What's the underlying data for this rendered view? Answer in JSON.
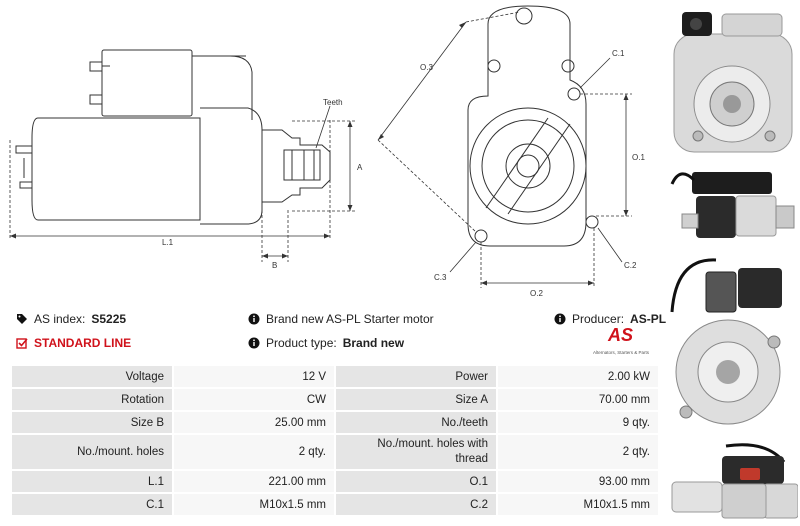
{
  "diagram": {
    "labels": {
      "teeth": "Teeth",
      "a": "A",
      "b": "B",
      "l1": "L.1",
      "o1": "O.1",
      "o2": "O.2",
      "o3": "O.3",
      "c1": "C.1",
      "c2": "C.2",
      "c3": "C.3"
    }
  },
  "info": {
    "as_index_label": "AS index:",
    "as_index_value": "S5225",
    "line_label": "STANDARD LINE",
    "description": "Brand new AS-PL Starter motor",
    "product_type_label": "Product type:",
    "product_type_value": "Brand new",
    "producer_label": "Producer:",
    "producer_value": "AS-PL"
  },
  "brand": {
    "logo_text": "AS",
    "tagline": "Alternators, Starters & Parts",
    "accent": "#d0121b"
  },
  "specs": [
    {
      "k1": "Voltage",
      "v1": "12 V",
      "k2": "Power",
      "v2": "2.00 kW"
    },
    {
      "k1": "Rotation",
      "v1": "CW",
      "k2": "Size A",
      "v2": "70.00 mm"
    },
    {
      "k1": "Size B",
      "v1": "25.00 mm",
      "k2": "No./teeth",
      "v2": "9 qty."
    },
    {
      "k1": "No./mount. holes",
      "v1": "2 qty.",
      "k2": "No./mount. holes with thread",
      "v2": "2 qty."
    },
    {
      "k1": "L.1",
      "v1": "221.00 mm",
      "k2": "O.1",
      "v2": "93.00 mm"
    },
    {
      "k1": "C.1",
      "v1": "M10x1.5 mm",
      "k2": "C.2",
      "v2": "M10x1.5 mm"
    }
  ]
}
